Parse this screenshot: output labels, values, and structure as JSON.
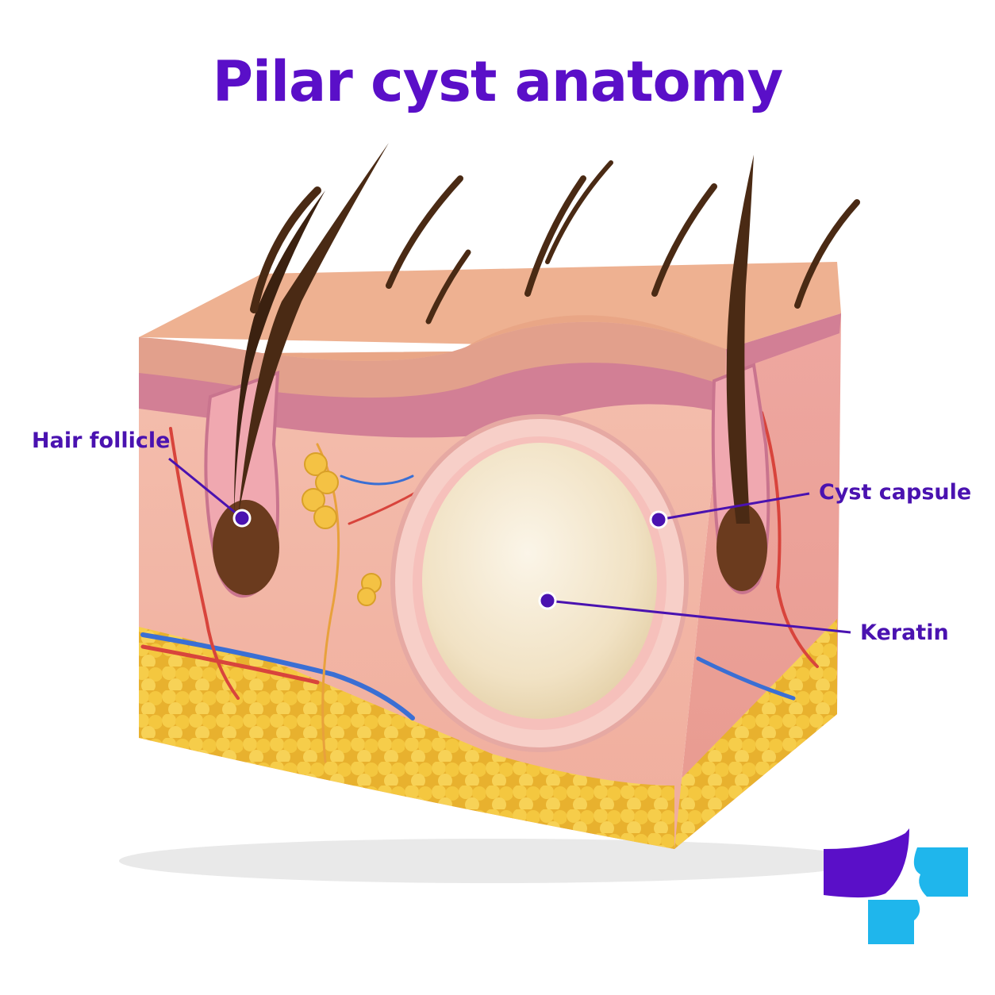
{
  "title": "Pilar cyst anatomy",
  "labels": {
    "hair_follicle": "Hair follicle",
    "cyst_capsule": "Cyst capsule",
    "keratin": "Keratin"
  },
  "colors": {
    "title": "#5a0fc8",
    "label": "#4a12b0",
    "leader": "#4a12b0",
    "skin_top": "#e9a98a",
    "dermis": "#f2b6a6",
    "epidermis_band": "#d9849a",
    "fat": "#f4c53b",
    "hair": "#4a2a14",
    "keratin": "#f3e6cc",
    "capsule": "#f7c9c3",
    "logo_purple": "#5a0fc8",
    "logo_cyan": "#1fb6ec"
  },
  "icons": [
    "hair-follicle-illustration",
    "cyst-illustration",
    "logo-mark"
  ]
}
